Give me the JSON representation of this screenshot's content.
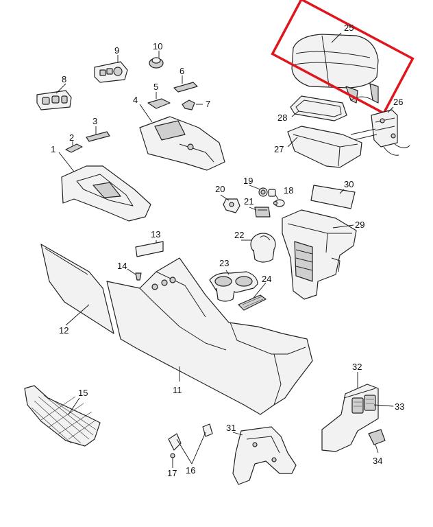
{
  "callouts": [
    {
      "id": "p1",
      "label": "1"
    },
    {
      "id": "p2",
      "label": "2"
    },
    {
      "id": "p3",
      "label": "3"
    },
    {
      "id": "p4",
      "label": "4"
    },
    {
      "id": "p5",
      "label": "5"
    },
    {
      "id": "p6",
      "label": "6"
    },
    {
      "id": "p7",
      "label": "7"
    },
    {
      "id": "p8",
      "label": "8"
    },
    {
      "id": "p9",
      "label": "9"
    },
    {
      "id": "p10",
      "label": "10"
    },
    {
      "id": "p11",
      "label": "11"
    },
    {
      "id": "p12",
      "label": "12"
    },
    {
      "id": "p13",
      "label": "13"
    },
    {
      "id": "p14",
      "label": "14"
    },
    {
      "id": "p15",
      "label": "15"
    },
    {
      "id": "p16",
      "label": "16"
    },
    {
      "id": "p17",
      "label": "17"
    },
    {
      "id": "p18",
      "label": "18"
    },
    {
      "id": "p19",
      "label": "19"
    },
    {
      "id": "p20",
      "label": "20"
    },
    {
      "id": "p21",
      "label": "21"
    },
    {
      "id": "p22",
      "label": "22"
    },
    {
      "id": "p23",
      "label": "23"
    },
    {
      "id": "p24",
      "label": "24"
    },
    {
      "id": "p25",
      "label": "25"
    },
    {
      "id": "p26",
      "label": "26"
    },
    {
      "id": "p27",
      "label": "27"
    },
    {
      "id": "p28",
      "label": "28"
    },
    {
      "id": "p29",
      "label": "29"
    },
    {
      "id": "p30",
      "label": "30"
    },
    {
      "id": "p31",
      "label": "31"
    },
    {
      "id": "p32",
      "label": "32"
    },
    {
      "id": "p33",
      "label": "33"
    },
    {
      "id": "p34",
      "label": "34"
    }
  ],
  "highlight": {
    "part": "25",
    "color": "#e0151d"
  },
  "colors": {
    "line": "#222222",
    "fill": "#f2f2f2",
    "shade": "#cfcfcf"
  }
}
